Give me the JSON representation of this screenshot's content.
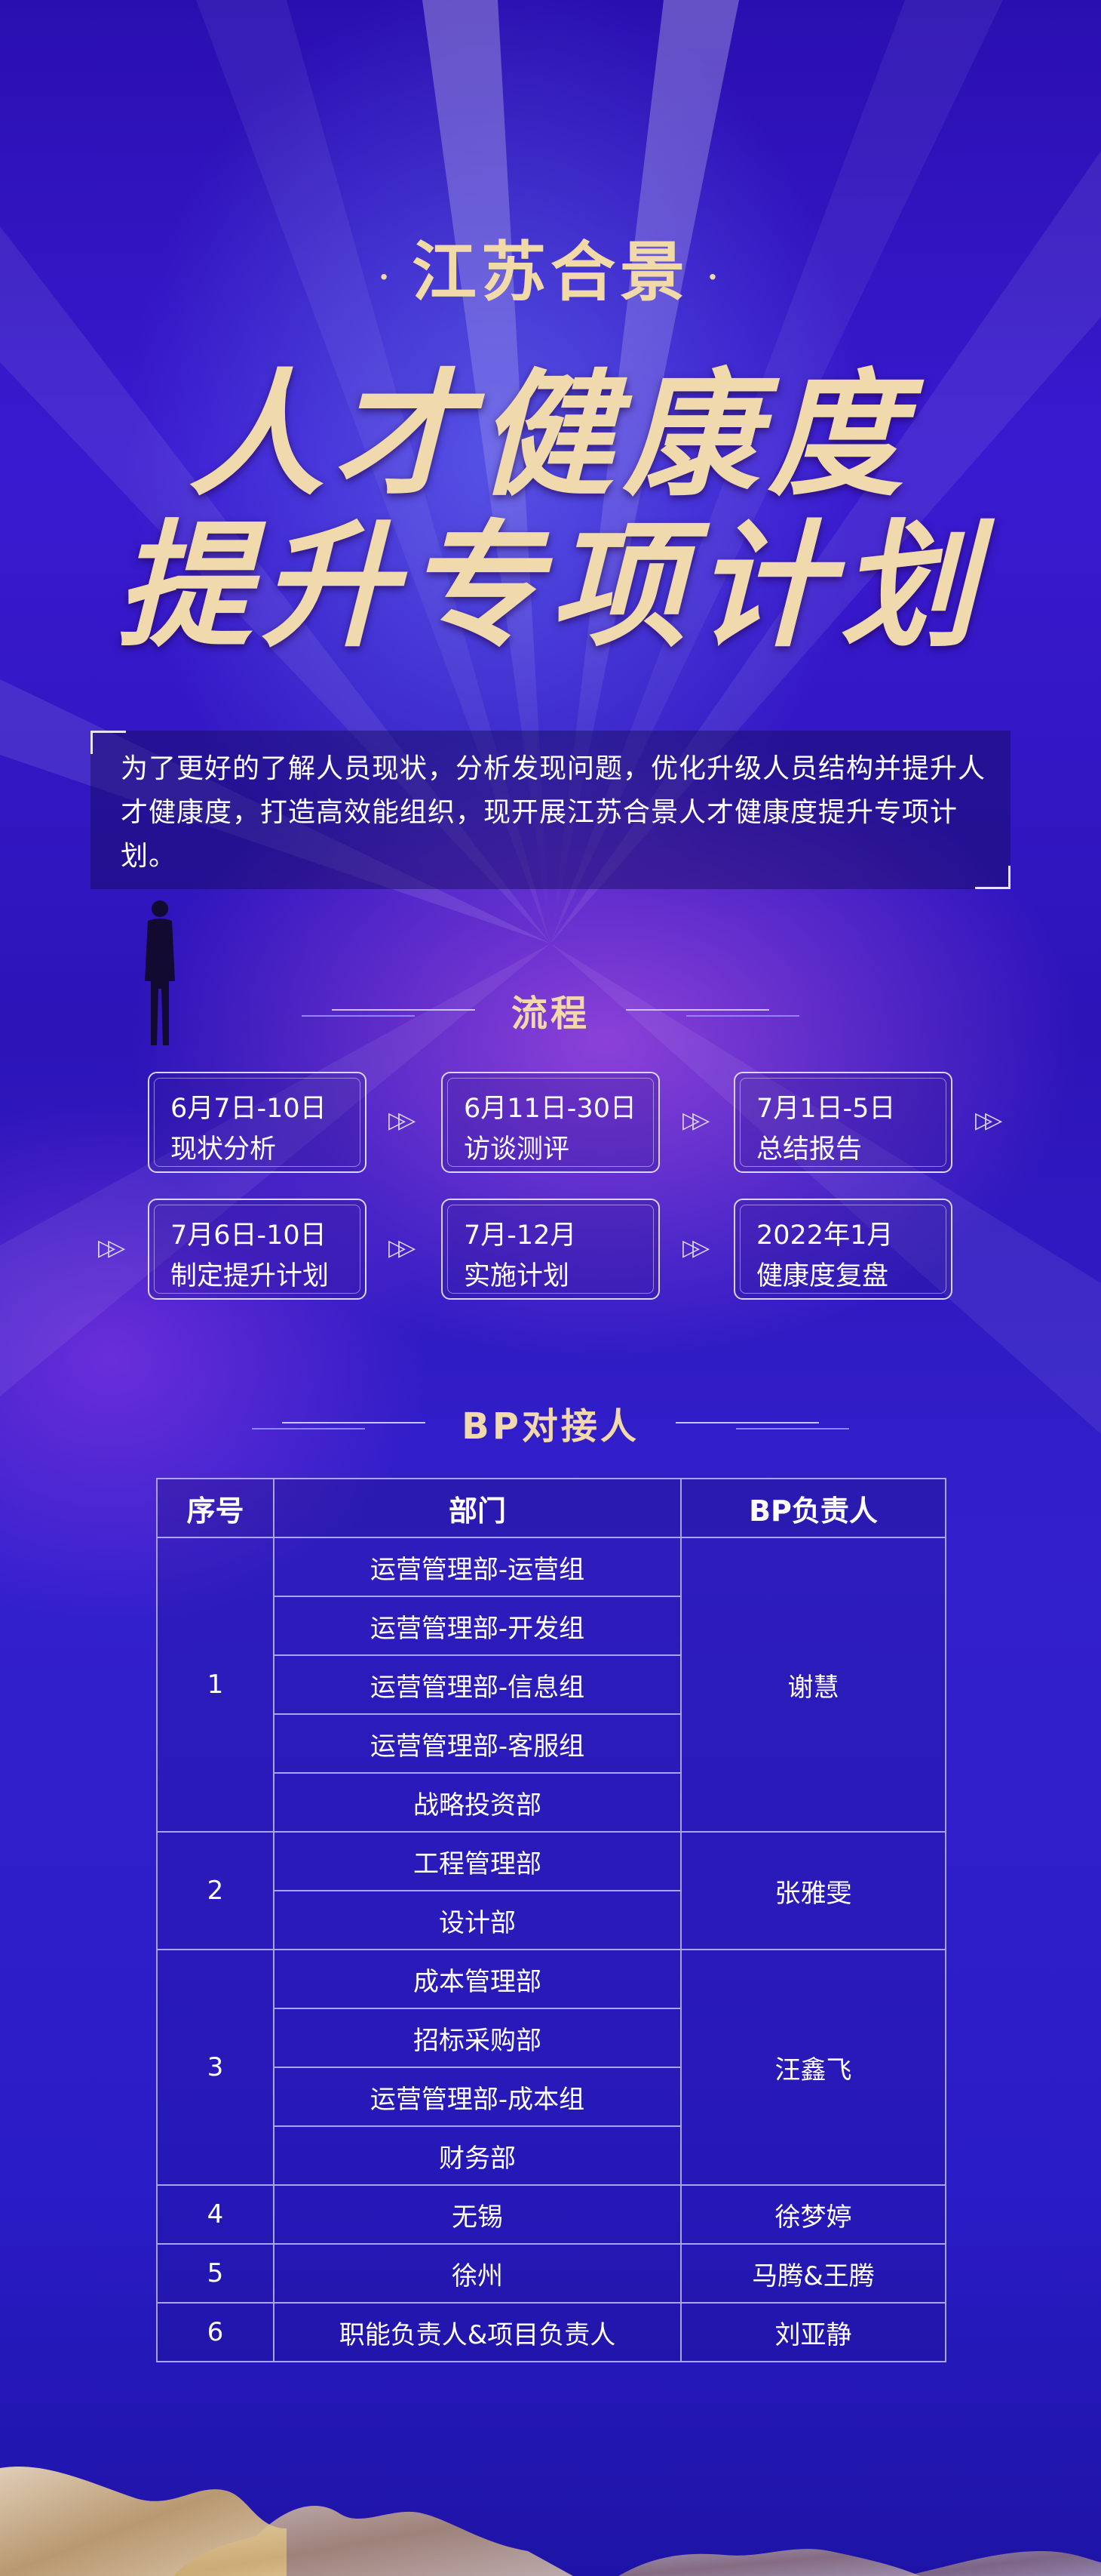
{
  "header": {
    "company": "江苏合景",
    "title_line1": "人才健康度",
    "title_line2": "提升专项计划"
  },
  "intro": {
    "text": "为了更好的了解人员现状，分析发现问题，优化升级人员结构并提升人才健康度，打造高效能组织，现开展江苏合景人才健康度提升专项计划。"
  },
  "process": {
    "title": "流程",
    "steps": [
      {
        "date": "6月7日-10日",
        "name": "现状分析"
      },
      {
        "date": "6月11日-30日",
        "name": "访谈测评"
      },
      {
        "date": "7月1日-5日",
        "name": "总结报告"
      },
      {
        "date": "7月6日-10日",
        "name": "制定提升计划"
      },
      {
        "date": "7月-12月",
        "name": "实施计划"
      },
      {
        "date": "2022年1月",
        "name": "健康度复盘"
      }
    ]
  },
  "bp": {
    "title": "BP对接人",
    "headers": [
      "序号",
      "部门",
      "BP负责人"
    ],
    "groups": [
      {
        "no": "1",
        "owner": "谢慧",
        "depts": [
          "运营管理部-运营组",
          "运营管理部-开发组",
          "运营管理部-信息组",
          "运营管理部-客服组",
          "战略投资部"
        ]
      },
      {
        "no": "2",
        "owner": "张雅雯",
        "depts": [
          "工程管理部",
          "设计部"
        ]
      },
      {
        "no": "3",
        "owner": "汪鑫飞",
        "depts": [
          "成本管理部",
          "招标采购部",
          "运营管理部-成本组",
          "财务部"
        ]
      },
      {
        "no": "4",
        "owner": "徐梦婷",
        "depts": [
          "无锡"
        ]
      },
      {
        "no": "5",
        "owner": "马腾&王腾",
        "depts": [
          "徐州"
        ]
      },
      {
        "no": "6",
        "owner": "刘亚静",
        "depts": [
          "职能负责人&项目负责人"
        ]
      }
    ]
  },
  "colors": {
    "gold": "#f0d9ad",
    "bg_deep": "#2a0fb0",
    "line": "#a9a3f0"
  }
}
